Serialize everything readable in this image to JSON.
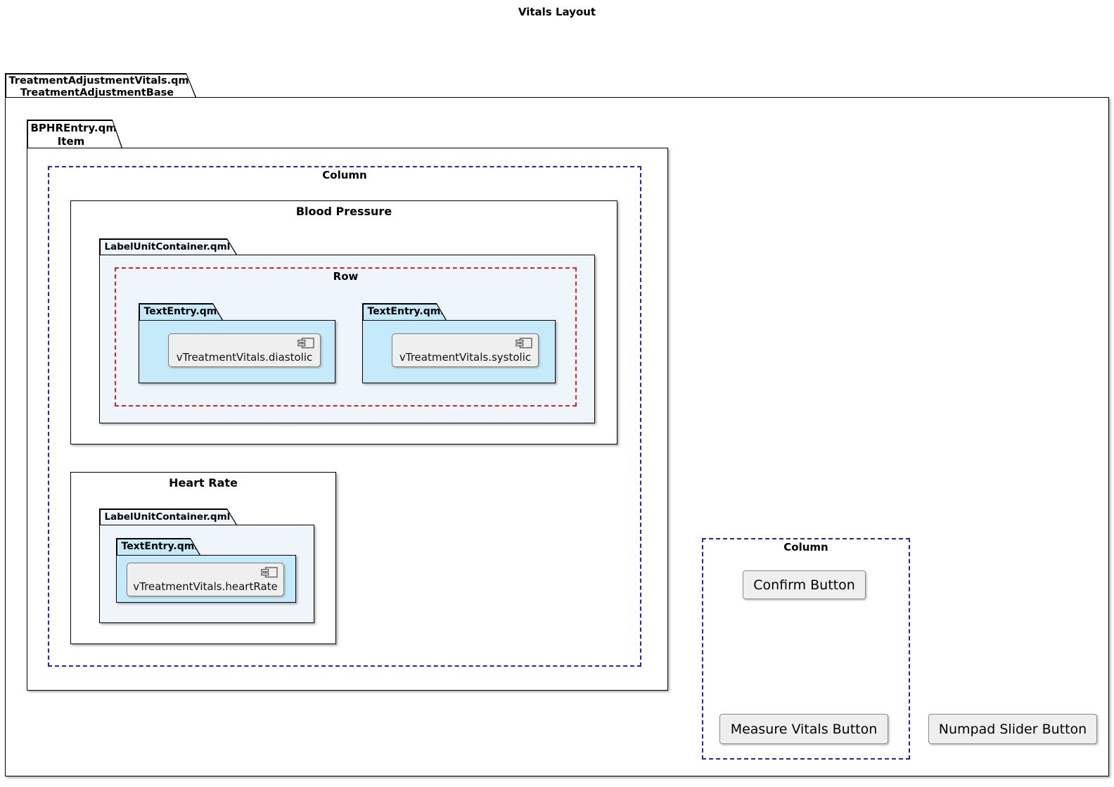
{
  "diagram": {
    "title": "Vitals Layout",
    "colors": {
      "column_dash": "#2222CF",
      "row_dash": "#E02222",
      "container_fill": "#EEF6FC",
      "textentry_fill": "#C5EBFA",
      "component_fill": "#EFEFEF",
      "border": "#000000"
    },
    "outer_package": {
      "file": "TreatmentAdjustmentVitals.qml",
      "base": "TreatmentAdjustmentBase"
    },
    "item_package": {
      "file": "BPHREntry.qml",
      "base": "Item"
    },
    "layout_column": {
      "label": "Column"
    },
    "blood_pressure": {
      "title": "Blood Pressure",
      "container_label": "LabelUnitContainer.qml",
      "row_label": "Row",
      "entries": [
        {
          "folder_label": "TextEntry.qml",
          "component": "vTreatmentVitals.diastolic"
        },
        {
          "folder_label": "TextEntry.qml",
          "component": "vTreatmentVitals.systolic"
        }
      ]
    },
    "heart_rate": {
      "title": "Heart Rate",
      "container_label": "LabelUnitContainer.qml",
      "entry": {
        "folder_label": "TextEntry.qml",
        "component": "vTreatmentVitals.heartRate"
      }
    },
    "buttons_column": {
      "label": "Column",
      "confirm": "Confirm Button",
      "measure": "Measure Vitals Button"
    },
    "numpad_button": "Numpad Slider Button"
  }
}
